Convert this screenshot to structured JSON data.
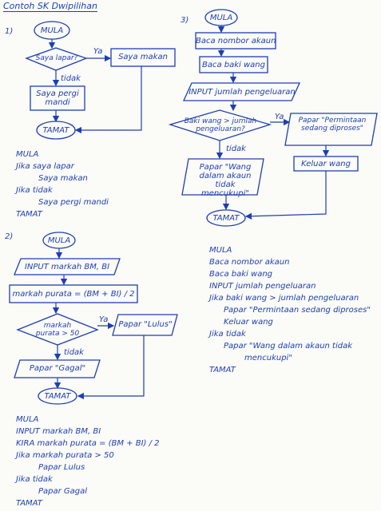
{
  "title": "Contoh SK Dwipilihan",
  "flow1": {
    "number": "1)",
    "start": "MULA",
    "decision": "Saya lapar?",
    "yes_label": "Ya",
    "no_label": "tidak",
    "yes_box": "Saya makan",
    "no_box": "Saya pergi mandi",
    "end": "TAMAT",
    "pseudo": [
      "MULA",
      "Jika saya lapar",
      "    Saya makan",
      "Jika tidak",
      "    Saya pergi mandi",
      "TAMAT"
    ]
  },
  "flow2": {
    "number": "2)",
    "start": "MULA",
    "input": "INPUT markah BM, BI",
    "process": "markah purata = (BM + BI) / 2",
    "decision": "markah purata > 50",
    "yes_label": "Ya",
    "no_label": "tidak",
    "yes_box": "Papar \"Lulus\"",
    "no_box": "Papar \"Gagal\"",
    "end": "TAMAT",
    "pseudo": [
      "MULA",
      "INPUT markah BM, BI",
      "KIRA markah purata = (BM + BI) / 2",
      "Jika markah purata > 50",
      "    Papar Lulus",
      "Jika tidak",
      "    Papar Gagal",
      "TAMAT"
    ]
  },
  "flow3": {
    "number": "3)",
    "start": "MULA",
    "step1": "Baca nombor akaun",
    "step2": "Baca baki wang",
    "input": "INPUT jumlah pengeluaran",
    "decision": "Baki wang > jumlah pengeluaran?",
    "yes_label": "Ya",
    "no_label": "tidak",
    "yes_box": "Papar \"Permintaan sedang diproses\"",
    "yes_box2": "Keluar wang",
    "no_box": "Papar \"Wang dalam akaun tidak mencukupi\"",
    "end": "TAMAT",
    "pseudo": [
      "MULA",
      "Baca nombor akaun",
      "Baca baki wang",
      "INPUT jumlah pengeluaran",
      "Jika baki wang > jumlah pengeluaran",
      "    Papar \"Permintaan sedang diproses\"",
      "    Keluar wang",
      "Jika tidak",
      "    Papar \"Wang dalam akaun tidak",
      "        mencukupi\"",
      "TAMAT"
    ]
  }
}
